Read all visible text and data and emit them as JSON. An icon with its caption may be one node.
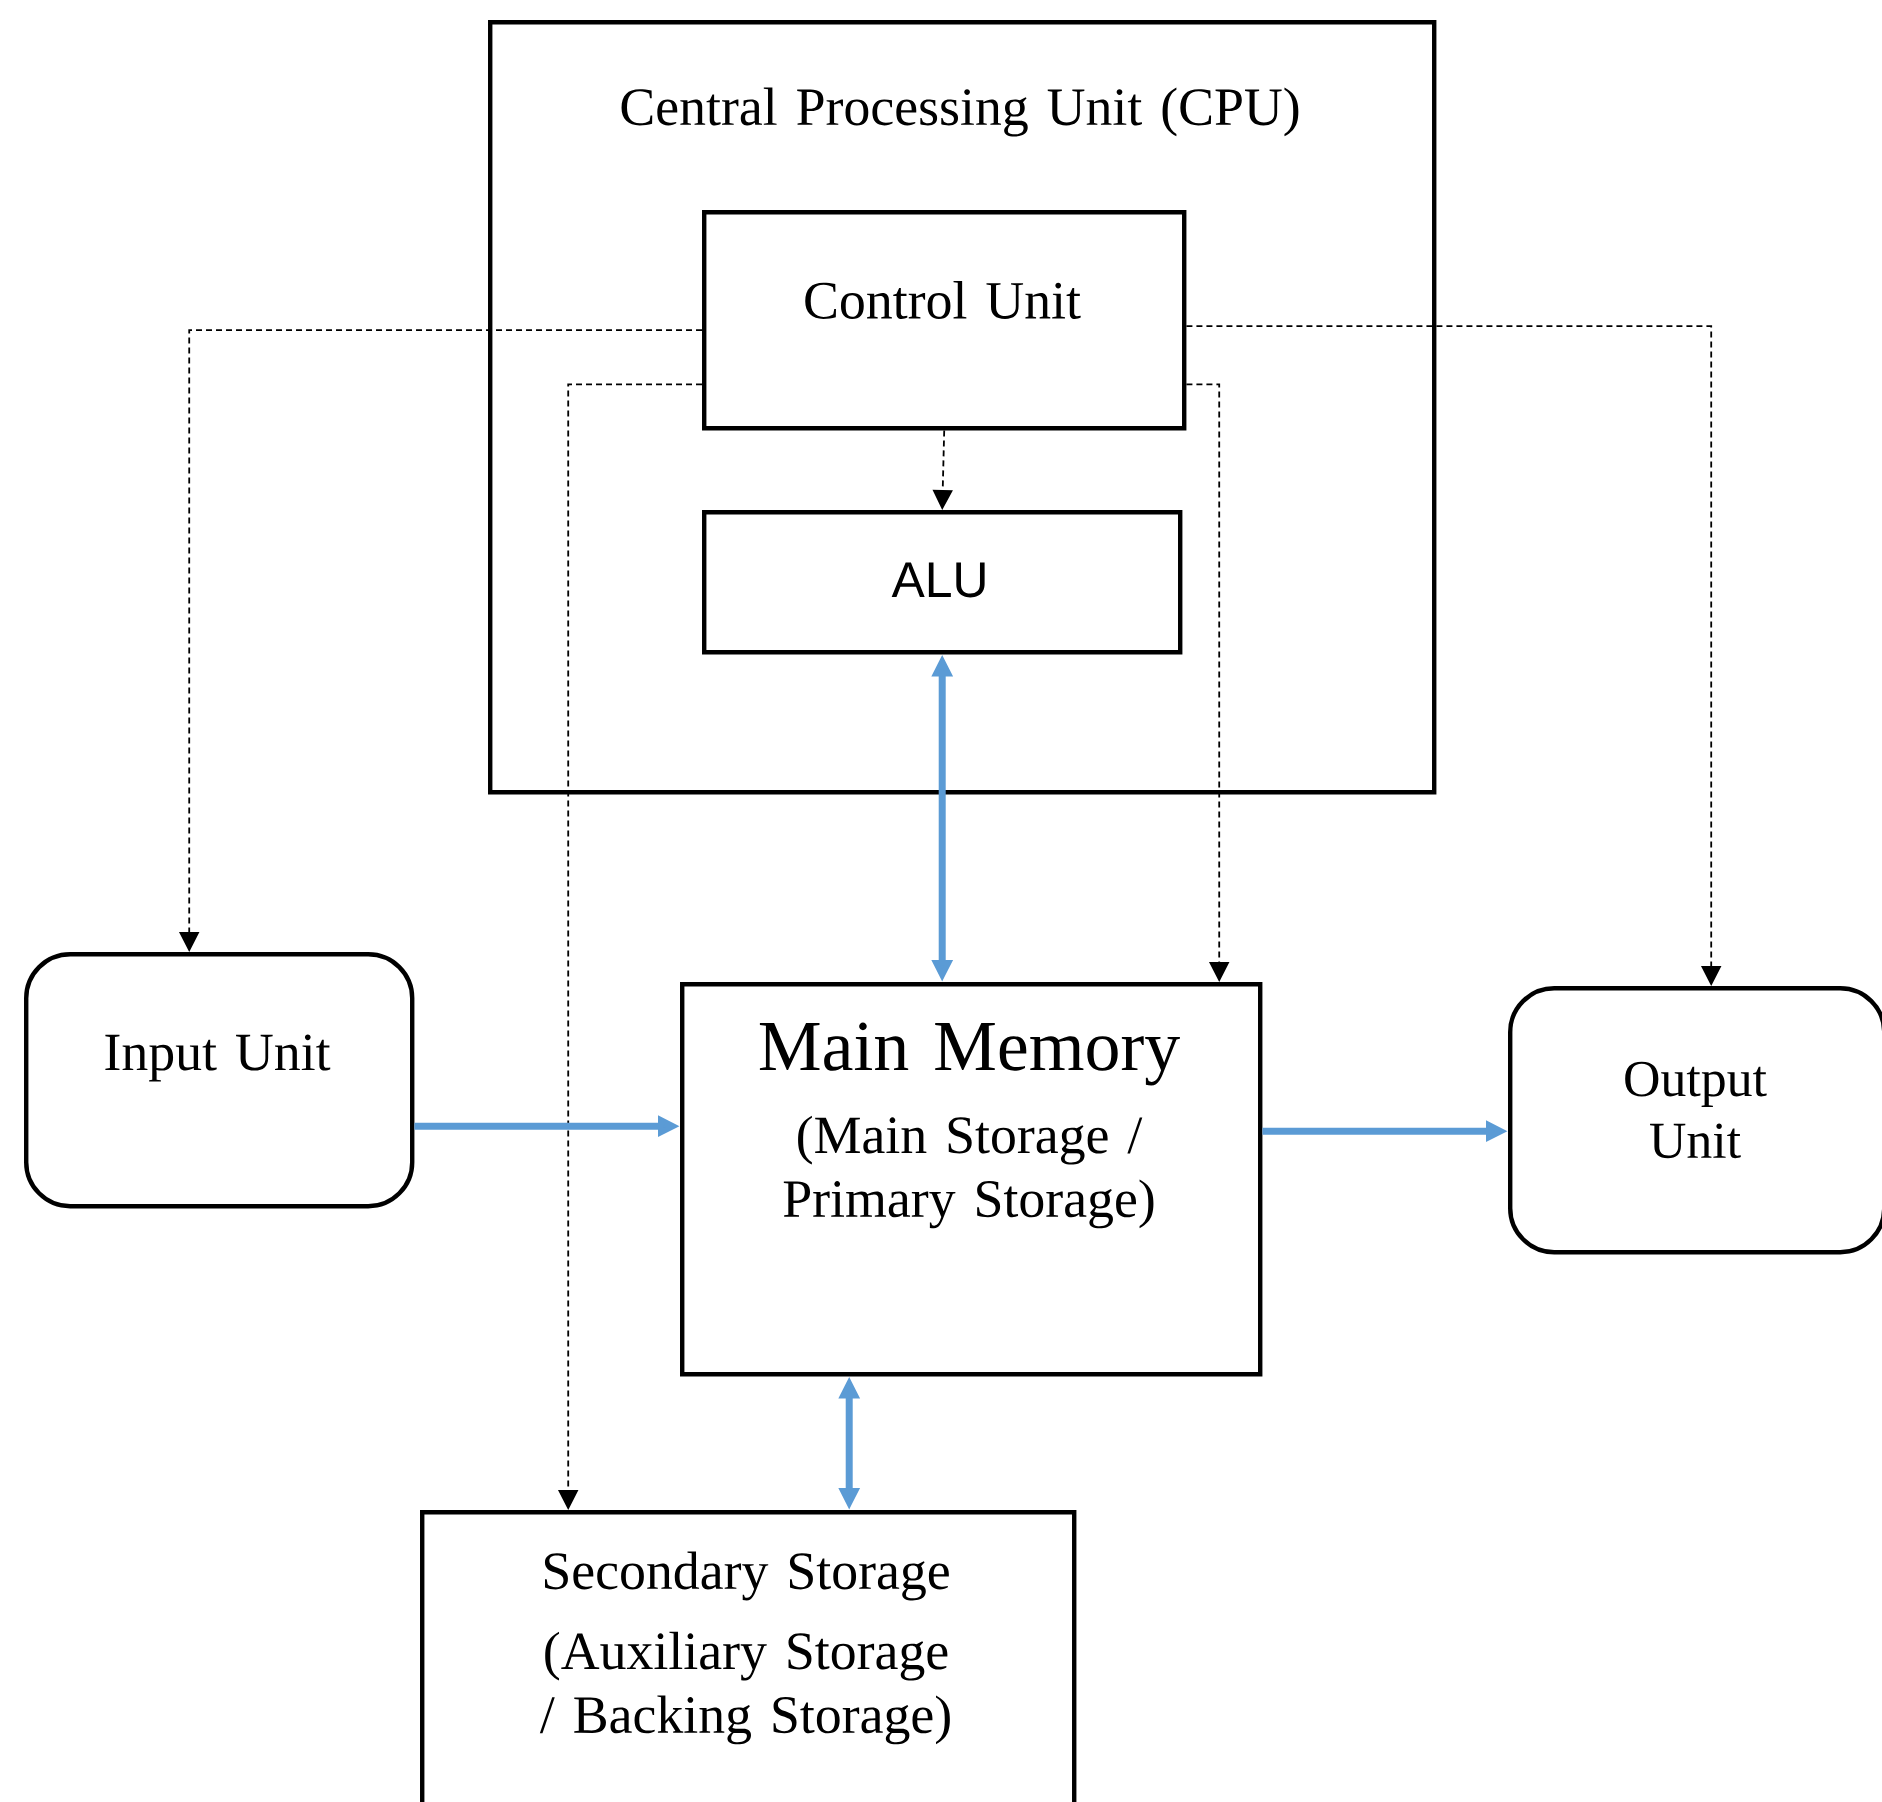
{
  "diagram": {
    "nodes": [
      {
        "text": [
          "Central Processing Unit (CPU)"
        ]
      },
      {
        "text": [
          "Control Unit"
        ],
        "in": 0
      },
      {
        "text": [
          "ALU"
        ],
        "in": 0
      },
      {
        "text": [
          "Input Unit"
        ]
      },
      {
        "text": [
          "Main Memory",
          "(Main Storage / Primary Storage)"
        ]
      },
      {
        "text": [
          "Output Unit"
        ]
      },
      {
        "text": [
          "Secondary Storage",
          "(Auxiliary Storage / Backing Storage)"
        ]
      }
    ],
    "edges": [
      {
        "from": 1,
        "to": 2,
        "arrow": "to",
        "style": "dashed"
      },
      {
        "from": 1,
        "to": 3,
        "arrow": "to",
        "style": "dashed"
      },
      {
        "from": 1,
        "to": 5,
        "arrow": "to",
        "style": "dashed"
      },
      {
        "from": 1,
        "to": 6,
        "arrow": "to",
        "style": "dashed"
      },
      {
        "from": 1,
        "to": 4,
        "arrow": "to",
        "style": "dashed"
      },
      {
        "from": 2,
        "to": 4,
        "arrow": "both",
        "style": "thick",
        "color": "#5b9bd5"
      },
      {
        "from": 3,
        "to": 4,
        "arrow": "to",
        "style": "thick",
        "color": "#5b9bd5"
      },
      {
        "from": 4,
        "to": 5,
        "arrow": "to",
        "style": "thick",
        "color": "#5b9bd5"
      },
      {
        "from": 4,
        "to": 6,
        "arrow": "both",
        "style": "thick",
        "color": "#5b9bd5"
      }
    ]
  }
}
